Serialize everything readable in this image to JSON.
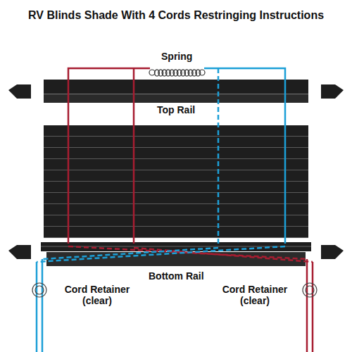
{
  "diagram": {
    "title": "RV Blinds Shade With 4 Cords Restringing Instructions",
    "labels": [
      "Spring",
      "Top Rail",
      "Bottom Rail",
      "Cord Retainer (clear)",
      "Cord Retainer (clear)"
    ]
  }
}
